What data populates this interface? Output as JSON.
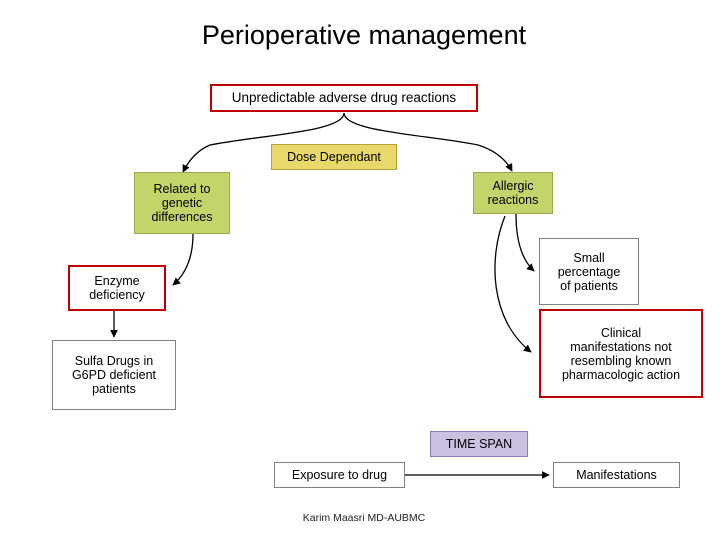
{
  "slide": {
    "title": "Perioperative management",
    "footer": "Karim Maasri MD-AUBMC",
    "background": "#ffffff"
  },
  "colors": {
    "red_border": "#c00000",
    "green_fill": "#c3d46b",
    "yellow_fill": "#e8d96a",
    "purple_fill": "#ccc0e0",
    "gray_border": "#808080",
    "text": "#000000"
  },
  "chart_data": {
    "type": "diagram",
    "title": "Perioperative management",
    "nodes": [
      {
        "id": "unpredictable",
        "label": "Unpredictable adverse drug reactions",
        "fill": "#ffffff",
        "border": "#c00000"
      },
      {
        "id": "dose_dependant",
        "label": "Dose Dependant",
        "fill": "#e8d96a",
        "border": "#b8a13a"
      },
      {
        "id": "genetic",
        "label": "Related to\ngenetic\ndifferences",
        "fill": "#c3d46b",
        "border": "#9aab4e"
      },
      {
        "id": "allergic",
        "label": "Allergic\nreactions",
        "fill": "#c3d46b",
        "border": "#9aab4e"
      },
      {
        "id": "enzyme",
        "label": "Enzyme\ndeficiency",
        "fill": "#ffffff",
        "border": "#c00000"
      },
      {
        "id": "sulfa",
        "label": "Sulfa Drugs in\nG6PD deficient\npatients",
        "fill": "#ffffff",
        "border": "#808080"
      },
      {
        "id": "small_percentage",
        "label": "Small\npercentage\nof patients",
        "fill": "#ffffff",
        "border": "#808080"
      },
      {
        "id": "clinical",
        "label": "Clinical\nmanifestations not\nresembling known\npharmacologic action",
        "fill": "#ffffff",
        "border": "#c00000"
      },
      {
        "id": "time_span",
        "label": "TIME SPAN",
        "fill": "#ccc0e0",
        "border": "#8b7bb8"
      },
      {
        "id": "exposure",
        "label": "Exposure to drug",
        "fill": "#ffffff",
        "border": "#808080"
      },
      {
        "id": "manifestations",
        "label": "Manifestations",
        "fill": "#ffffff",
        "border": "#808080"
      }
    ],
    "edges": [
      {
        "from": "unpredictable",
        "to": "genetic",
        "style": "curved-arrow"
      },
      {
        "from": "unpredictable",
        "to": "allergic",
        "style": "curved-arrow"
      },
      {
        "from": "genetic",
        "to": "enzyme",
        "style": "curved-arrow"
      },
      {
        "from": "enzyme",
        "to": "sulfa",
        "style": "arrow"
      },
      {
        "from": "allergic",
        "to": "small_percentage",
        "style": "curved-arrow"
      },
      {
        "from": "allergic",
        "to": "clinical",
        "style": "curved-arrow"
      },
      {
        "from": "exposure",
        "to": "manifestations",
        "style": "arrow"
      }
    ]
  }
}
